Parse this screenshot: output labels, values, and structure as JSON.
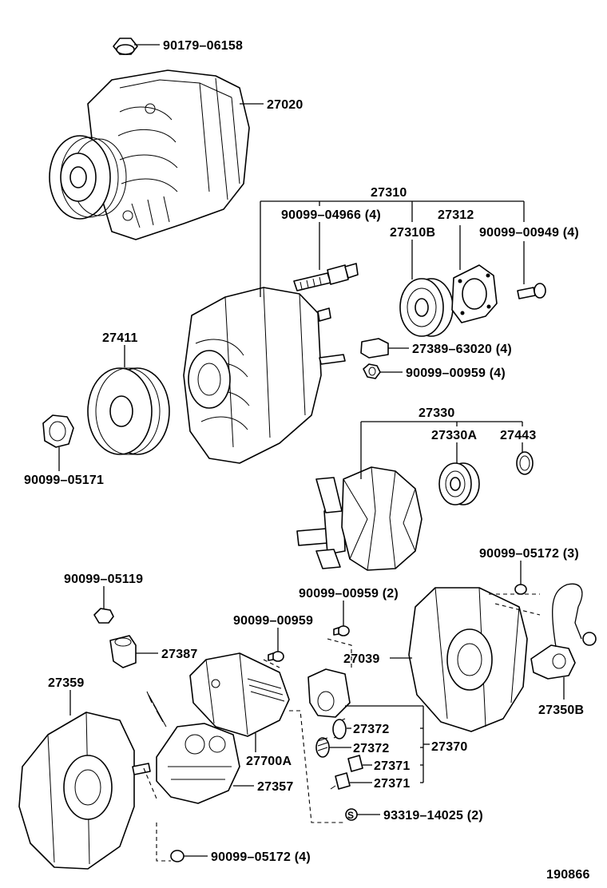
{
  "labels": {
    "p90179_06158": "90179–06158",
    "p27020": "27020",
    "p27310": "27310",
    "p90099_04966": "90099–04966 (4)",
    "p27312": "27312",
    "p27310B": "27310B",
    "p90099_00949": "90099–00949 (4)",
    "p27411": "27411",
    "p27389_63020": "27389–63020 (4)",
    "p90099_00959_4": "90099–00959 (4)",
    "p90099_05171": "90099–05171",
    "p27330": "27330",
    "p27330A": "27330A",
    "p27443": "27443",
    "p90099_05172_3": "90099–05172 (3)",
    "p90099_05119": "90099–05119",
    "p90099_00959_2": "90099–00959 (2)",
    "p90099_00959": "90099–00959",
    "p27387": "27387",
    "p27039": "27039",
    "p27359": "27359",
    "p27350B": "27350B",
    "p27372a": "27372",
    "p27372b": "27372",
    "p27370": "27370",
    "p27700A": "27700A",
    "p27371a": "27371",
    "p27371b": "27371",
    "p27357": "27357",
    "s_symbol": "S",
    "p93319_14025": "93319–14025 (2)",
    "p90099_05172_4": "90099–05172 (4)",
    "figure_number": "190866"
  }
}
